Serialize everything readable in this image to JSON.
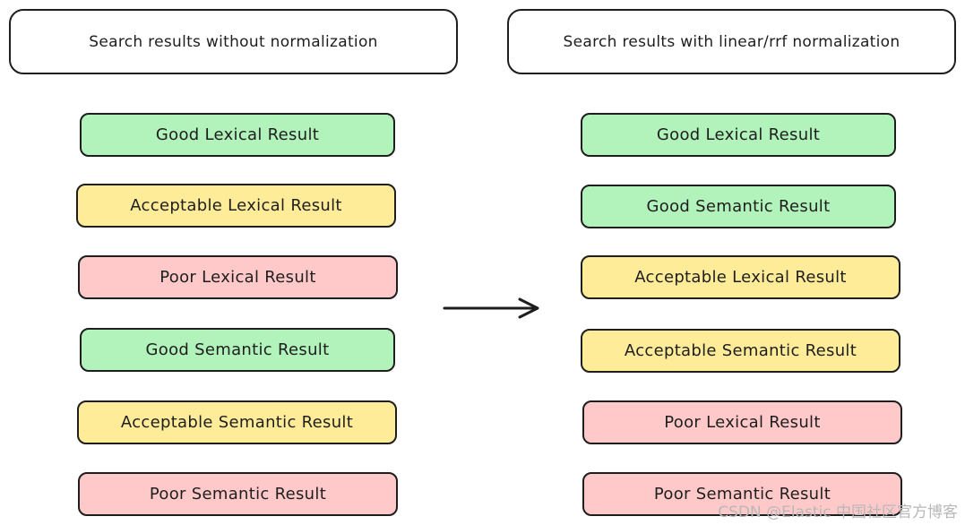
{
  "left_header": "Search results without normalization",
  "right_header": "Search results with linear/rrf normalization",
  "left_results": [
    {
      "label": "Good Lexical Result",
      "quality": "good"
    },
    {
      "label": "Acceptable Lexical Result",
      "quality": "acceptable"
    },
    {
      "label": "Poor Lexical Result",
      "quality": "poor"
    },
    {
      "label": "Good Semantic Result",
      "quality": "good"
    },
    {
      "label": "Acceptable Semantic Result",
      "quality": "acceptable"
    },
    {
      "label": "Poor Semantic Result",
      "quality": "poor"
    }
  ],
  "right_results": [
    {
      "label": "Good Lexical Result",
      "quality": "good"
    },
    {
      "label": "Good Semantic Result",
      "quality": "good"
    },
    {
      "label": "Acceptable Lexical Result",
      "quality": "acceptable"
    },
    {
      "label": "Acceptable Semantic Result",
      "quality": "acceptable"
    },
    {
      "label": "Poor Lexical Result",
      "quality": "poor"
    },
    {
      "label": "Poor Semantic Result",
      "quality": "poor"
    }
  ],
  "colors": {
    "good": "#b2f2bb",
    "acceptable": "#ffec99",
    "poor": "#ffc9c9",
    "stroke": "#1e1e1e"
  },
  "watermark": "CSDN @Elastic 中国社区官方博客"
}
